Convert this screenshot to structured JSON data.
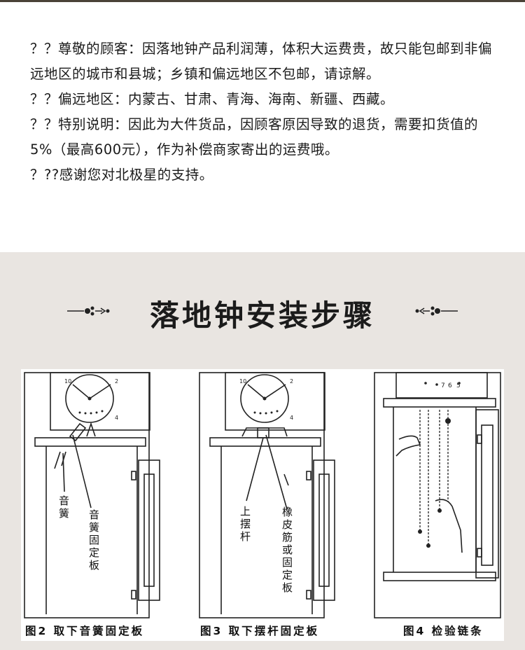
{
  "notice": {
    "lines": [
      "？？尊敬的顾客：因落地钟产品利润薄，体积大运费贵，故只能包邮到非偏远地区的城市和县城；乡镇和偏远地区不包邮，请谅解。",
      "？？偏远地区：内蒙古、甘肃、青海、海南、新疆、西藏。",
      "？？特别说明：因此为大件货品，因顾客原因导致的退货，需要扣货值的5%（最高600元），作为补偿商家寄出的运费哦。",
      "？??感谢您对北极星的支持。"
    ]
  },
  "guide": {
    "title": "落地钟安装步骤",
    "figures": [
      {
        "caption": "图2 取下音簧固定板",
        "labels": [
          "音簧",
          "音簧固定板"
        ],
        "dial_numbers": [
          "10",
          "2",
          "4"
        ]
      },
      {
        "caption": "图3 取下摆杆固定板",
        "labels": [
          "上摆杆",
          "橡皮筋或固定板"
        ],
        "dial_numbers": [
          "10",
          "2",
          "4"
        ]
      },
      {
        "caption": "图4 检验链条",
        "labels": [],
        "dial_numbers": [
          "7",
          "6",
          "5"
        ]
      }
    ]
  },
  "colors": {
    "text": "#1a1a1a",
    "guide_background": "#e9e5e1",
    "line_art": "#222222"
  }
}
